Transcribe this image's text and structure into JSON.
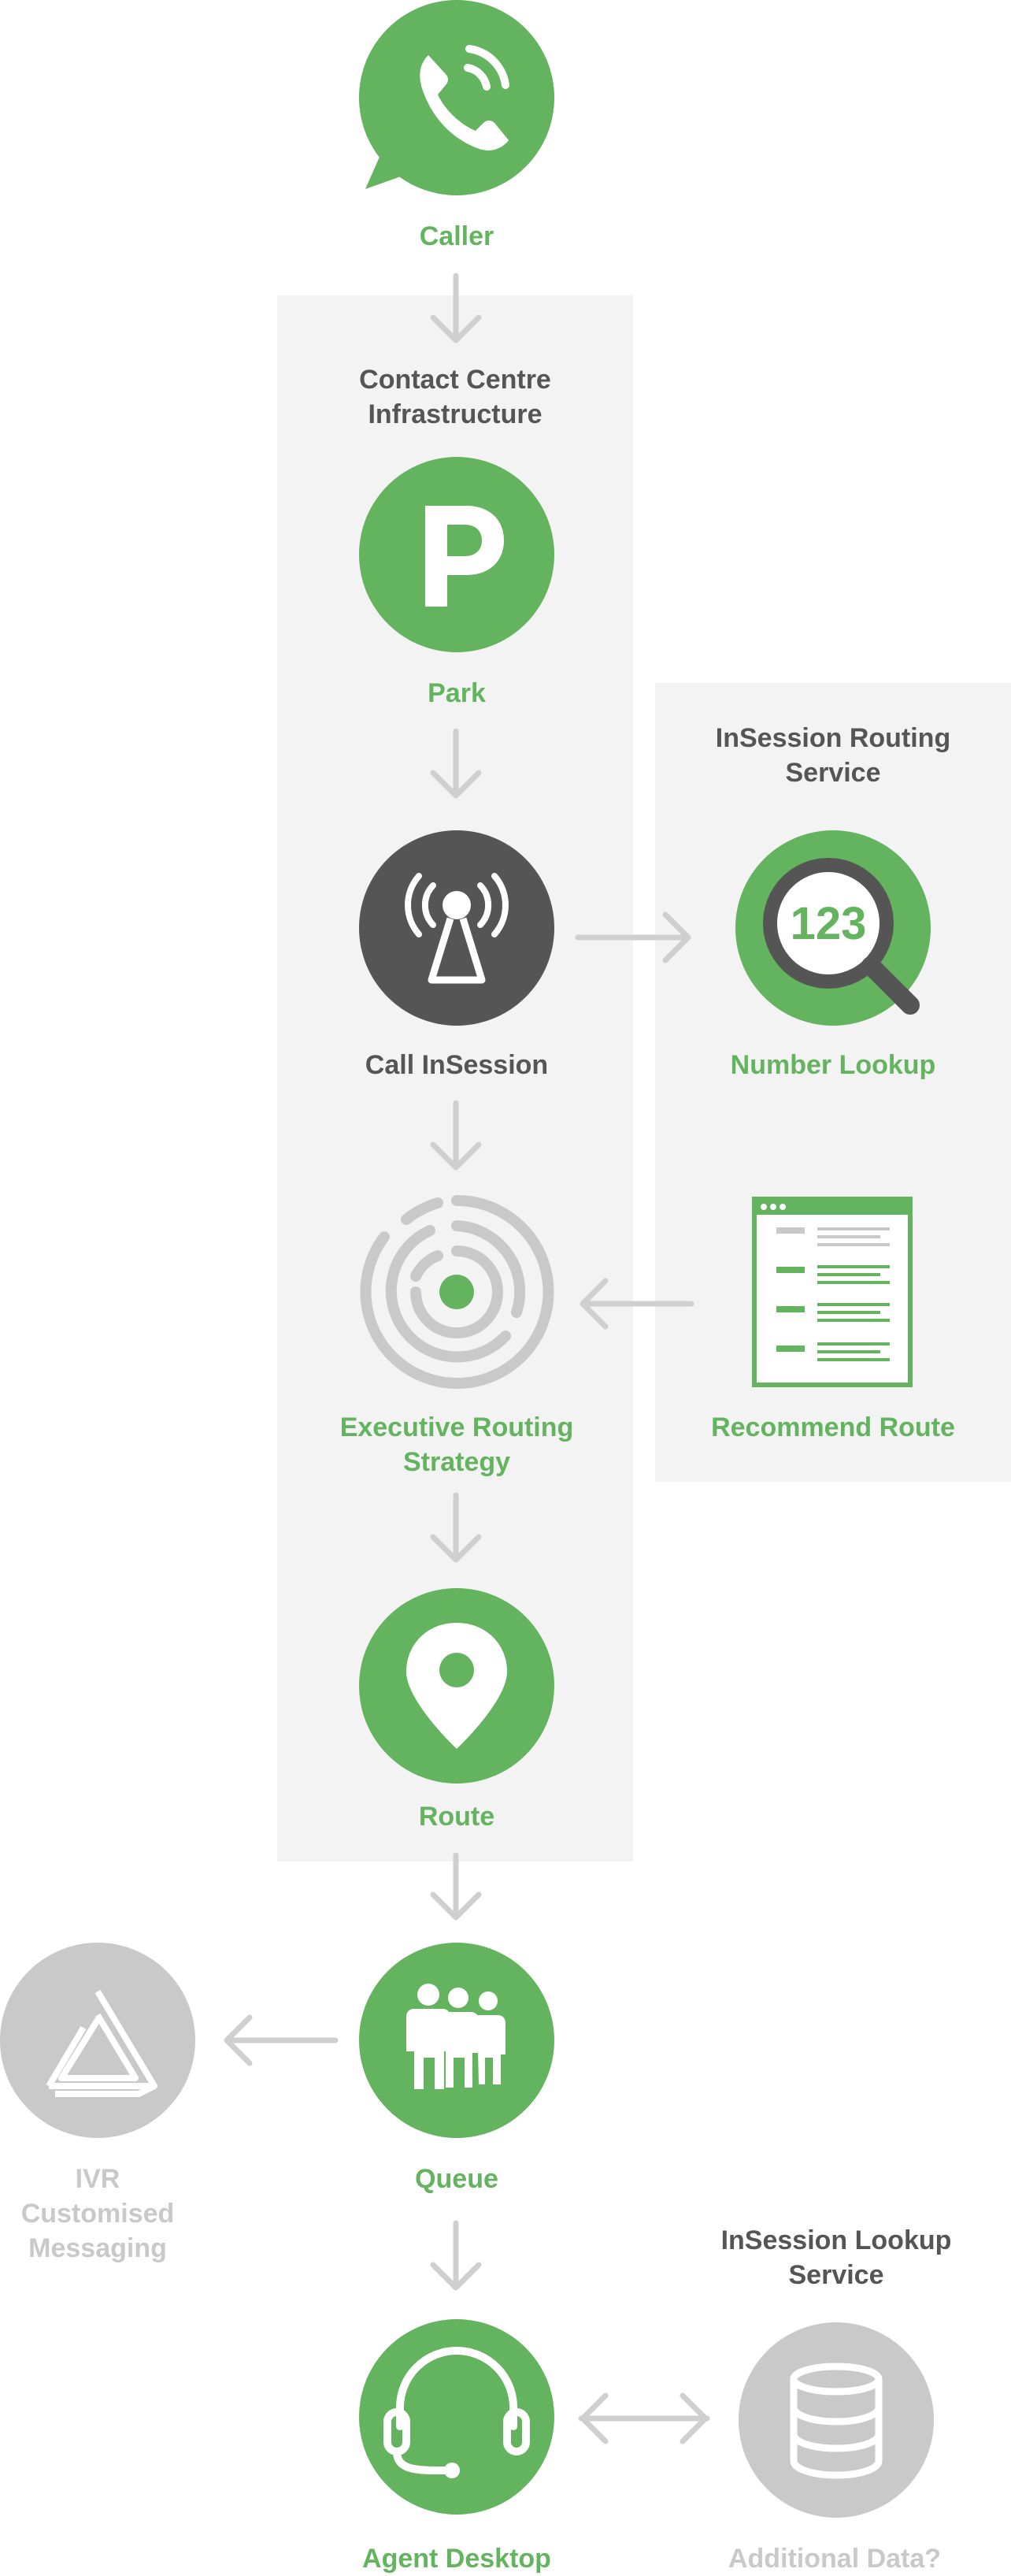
{
  "colors": {
    "green": "#63b35f",
    "dark": "#555555",
    "grey_node": "#c9c9c9",
    "panel": "#f3f3f3",
    "arrow": "#cfcfcf"
  },
  "caller": {
    "label": "Caller",
    "icon": "phone-speech-bubble-icon"
  },
  "contact_centre": {
    "title_line1": "Contact Centre",
    "title_line2": "Infrastructure"
  },
  "park": {
    "label": "Park",
    "icon": "parking-p-icon"
  },
  "call_insession": {
    "label": "Call InSession",
    "icon": "broadcast-tower-icon"
  },
  "routing_service": {
    "title_line1": "InSession Routing",
    "title_line2": "Service"
  },
  "number_lookup": {
    "label": "Number Lookup",
    "icon": "magnifier-icon",
    "digits": "123"
  },
  "recommend_route": {
    "label": "Recommend Route",
    "icon": "document-window-icon"
  },
  "exec_routing": {
    "label_line1": "Executive Routing",
    "label_line2": "Strategy",
    "icon": "maze-icon"
  },
  "route": {
    "label": "Route",
    "icon": "map-pin-icon"
  },
  "queue": {
    "label": "Queue",
    "icon": "people-group-icon"
  },
  "ivr": {
    "label_line1": "IVR",
    "label_line2": "Customised",
    "label_line3": "Messaging",
    "icon": "impossible-triangle-icon"
  },
  "agent_desktop": {
    "label": "Agent Desktop",
    "icon": "headset-icon"
  },
  "lookup_service": {
    "title_line1": "InSession Lookup",
    "title_line2": "Service"
  },
  "additional_data": {
    "label": "Additional Data?",
    "icon": "database-icon"
  }
}
